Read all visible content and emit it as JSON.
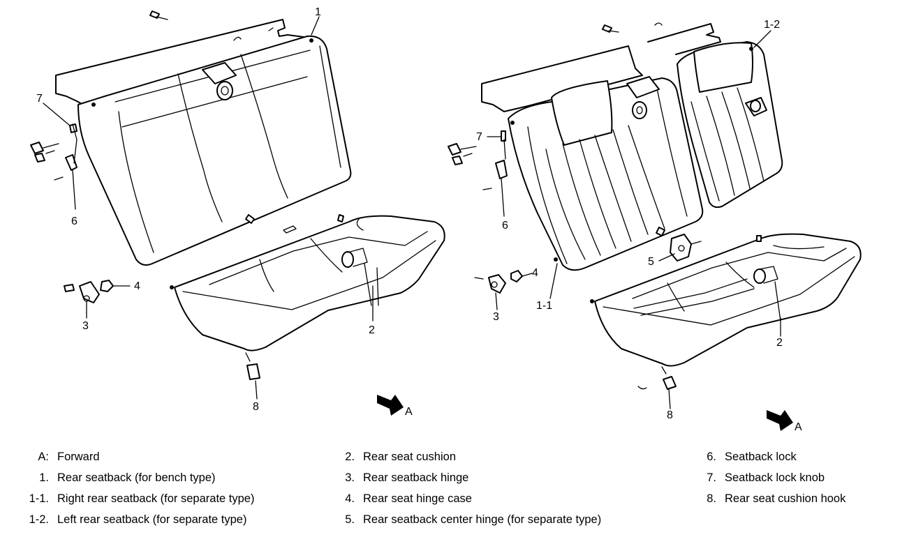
{
  "callouts": {
    "left": {
      "c1": "1",
      "c7": "7",
      "c6": "6",
      "c4": "4",
      "c3": "3",
      "c2": "2",
      "c8": "8",
      "cA": "A"
    },
    "right": {
      "c12": "1-2",
      "c7": "7",
      "c6": "6",
      "c5": "5",
      "c4": "4",
      "c3": "3",
      "c11": "1-1",
      "c2": "2",
      "c8": "8",
      "cA": "A"
    }
  },
  "legend": {
    "col1": [
      {
        "key": "A:",
        "text": "Forward"
      },
      {
        "key": "1.",
        "text": "Rear seatback (for bench type)"
      },
      {
        "key": "1-1.",
        "text": "Right rear seatback (for separate type)"
      },
      {
        "key": "1-2.",
        "text": "Left rear seatback (for separate type)"
      }
    ],
    "col2": [
      {
        "key": "2.",
        "text": "Rear seat cushion"
      },
      {
        "key": "3.",
        "text": "Rear seatback hinge"
      },
      {
        "key": "4.",
        "text": "Rear seat hinge case"
      },
      {
        "key": "5.",
        "text": "Rear seatback center hinge (for separate type)"
      }
    ],
    "col3": [
      {
        "key": "6.",
        "text": "Seatback lock"
      },
      {
        "key": "7.",
        "text": "Seatback lock knob"
      },
      {
        "key": "8.",
        "text": "Rear seat cushion hook"
      }
    ]
  }
}
